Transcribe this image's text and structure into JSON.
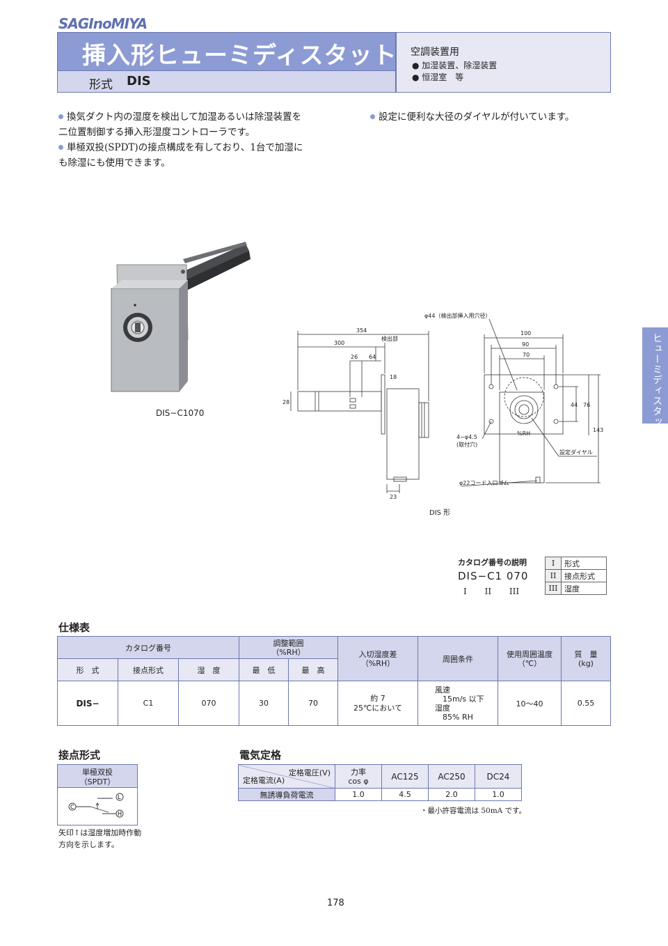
{
  "header": {
    "logo": "SAGInoMIYA",
    "title": "挿入形ヒューミディスタット",
    "model_label": "形式",
    "model_value": "DIS",
    "use_title": "空調装置用",
    "use_items": [
      "加湿装置、除湿装置",
      "恒湿室　等"
    ]
  },
  "features": [
    "換気ダクト内の湿度を検出して加湿あるいは除湿装置を二位置制御する挿入形湿度コントローラです。",
    "単極双投(SPDT)の接点構成を有しており、1台で加湿にも除湿にも使用できます。",
    "設定に便利な大径のダイヤルが付いています。"
  ],
  "side_tab": "ヒューミディスタット",
  "photo": {
    "caption": "DIS−C1070",
    "colors": {
      "body": "#b9bcc0",
      "shadow": "#8a8d92",
      "dark": "#3a3b3e"
    }
  },
  "drawing": {
    "caption": "DIS 形",
    "labels": {
      "d354": "354",
      "d300": "300",
      "detector": "検出部",
      "d26": "26",
      "d64": "64",
      "d28": "28",
      "d18": "18",
      "d23": "23",
      "hole44": "φ44（検出部挿入用穴径）",
      "d100": "100",
      "d90": "90",
      "d70": "70",
      "d44": "44",
      "d76": "76",
      "d143": "143",
      "mount1": "4−φ4.5",
      "mount2": "(取付穴)",
      "rh": "%RH",
      "dial": "設定ダイヤル",
      "cord": "φ22コード入口ゴム"
    }
  },
  "catalog": {
    "title": "カタログ番号の説明",
    "code": "DIS−C1 070",
    "roman": [
      "I",
      "II",
      "III"
    ],
    "legend": [
      {
        "num": "I",
        "label": "形式"
      },
      {
        "num": "II",
        "label": "接点形式"
      },
      {
        "num": "III",
        "label": "湿度"
      }
    ]
  },
  "spec": {
    "heading": "仕様表",
    "h_catalog": "カタログ番号",
    "h_range": "調整範囲\n（%RH）",
    "h_diff": "入切湿度差\n（%RH）",
    "h_env": "周囲条件",
    "h_temp": "使用周囲温度\n（℃）",
    "h_mass": "質　量\n(kg)",
    "h_form": "形　式",
    "h_contact": "接点形式",
    "h_humidity": "湿　度",
    "h_min": "最　低",
    "h_max": "最　高",
    "row": {
      "form": "DIS−",
      "contact": "C1",
      "humidity": "070",
      "min": "30",
      "max": "70",
      "diff": "約 7\n25℃において",
      "env": "風速\n　15m/s 以下\n湿度\n　85% RH",
      "temp": "10〜40",
      "mass": "0.55"
    }
  },
  "contact": {
    "heading": "接点形式",
    "line1": "単極双投",
    "line2": "（SPDT）",
    "labels": {
      "c": "C",
      "l": "L",
      "h": "H"
    },
    "note": "矢印↑は湿度増加時作動方向を示します。"
  },
  "electrical": {
    "heading": "電気定格",
    "voltage_label": "定格電圧(V)",
    "current_label": "定格電流(A)",
    "pf_label": "力率\ncos φ",
    "cols": [
      "AC125",
      "AC250",
      "DC24"
    ],
    "row_label": "無誘導負荷電流",
    "row": [
      "1.0",
      "4.5",
      "2.0",
      "1.0"
    ],
    "note": "・最小許容電流は 50mA です。"
  },
  "page_number": "178"
}
